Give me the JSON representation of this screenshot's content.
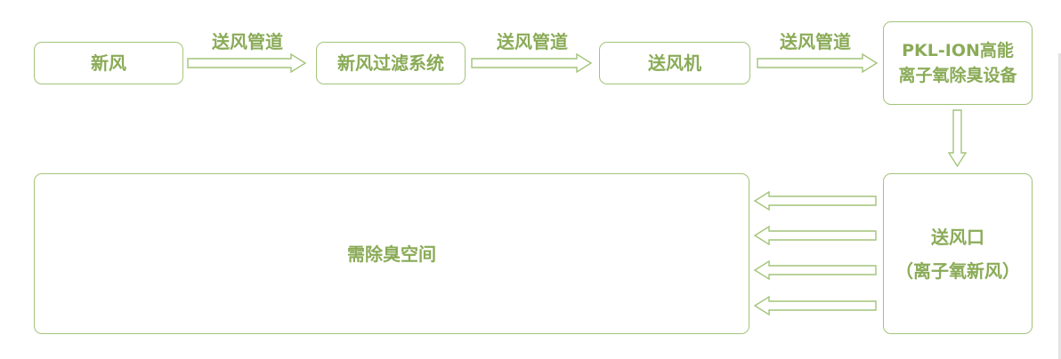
{
  "nodes": {
    "fresh_air": "新风",
    "filter": "新风过滤系统",
    "fan": "送风机",
    "device_line1": "PKL-ION高能",
    "device_line2": "离子氧除臭设备",
    "outlet_line1": "送风口",
    "outlet_line2": "（离子氧新风）",
    "space": "需除臭空间"
  },
  "connectors": {
    "duct_1": "送风管道",
    "duct_2": "送风管道",
    "duct_3": "送风管道"
  },
  "colors": {
    "accent": "#8aab57",
    "border": "#a3c47a"
  }
}
